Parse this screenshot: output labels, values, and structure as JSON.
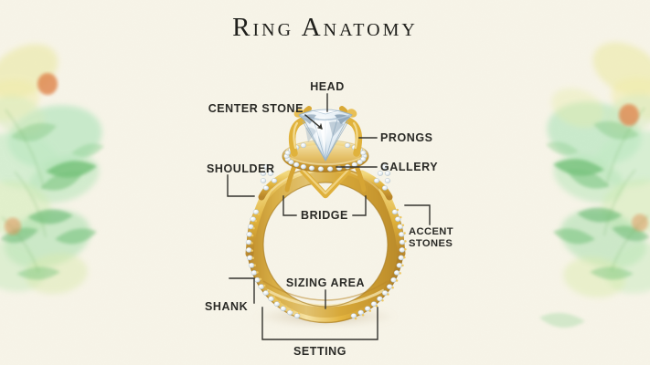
{
  "page": {
    "title": "Ring Anatomy",
    "background_color": "#f7f4e8",
    "text_color": "#2a2a26",
    "gold_color": "#e0b23c",
    "gold_light": "#f4dd93",
    "gold_dark": "#b8862a",
    "diamond_color": "#dde8f0",
    "diamond_shadow": "#8ea7bb",
    "accent_stone_color": "#eef1f2",
    "leaf_green": "#9fd9a4",
    "leaf_green_light": "#cfe9b6",
    "leaf_yellow": "#e9e79a",
    "berry_orange": "#e08a52",
    "shadow_color": "#cbbfa4"
  },
  "diagram": {
    "type": "annotated-illustration",
    "subject": "engagement ring anatomy, side profile",
    "labels": [
      {
        "id": "head",
        "text": "HEAD",
        "leader": "vertical-down"
      },
      {
        "id": "center_stone",
        "text": "CENTER STONE",
        "leader": "diagonal-arrow"
      },
      {
        "id": "prongs",
        "text": "PRONGS",
        "leader": "horizontal-left"
      },
      {
        "id": "gallery",
        "text": "GALLERY",
        "leader": "horizontal-left"
      },
      {
        "id": "shoulder",
        "text": "SHOULDER",
        "leader": "elbow-down-right"
      },
      {
        "id": "bridge",
        "text": "BRIDGE",
        "leader": "bracket-up"
      },
      {
        "id": "accent_stones",
        "line1": "ACCENT",
        "line2": "STONES",
        "leader": "elbow-down-left"
      },
      {
        "id": "sizing_area",
        "text": "SIZING AREA",
        "leader": "vertical-down"
      },
      {
        "id": "shank",
        "text": "SHANK",
        "leader": "elbow-up-right"
      },
      {
        "id": "setting",
        "text": "SETTING",
        "leader": "bracket-up-wide"
      }
    ]
  }
}
